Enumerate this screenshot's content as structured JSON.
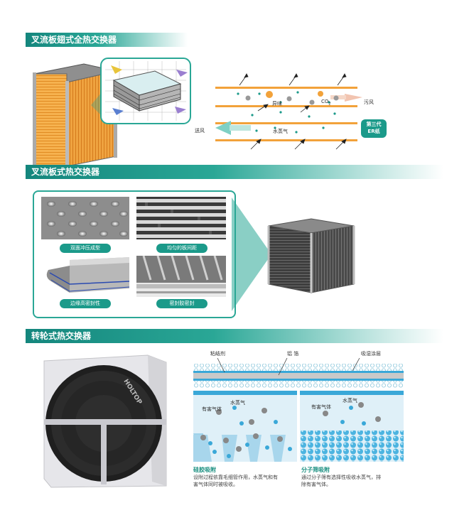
{
  "sections": {
    "s1": {
      "title": "叉流板翅式全热交换器"
    },
    "s2": {
      "title": "叉流板式热交换器"
    },
    "s3": {
      "title": "转轮式热交换器"
    }
  },
  "diagram1": {
    "odor": "异味",
    "co2": "CO",
    "co2_sub": "2",
    "exhaust": "污风",
    "supply": "送风",
    "vapor": "水蒸气",
    "er_badge_l1": "第三代",
    "er_badge_l2": "ER纸"
  },
  "plate": {
    "tags": [
      "双面冲压成型",
      "均匀的板间距",
      "边缘高密封性",
      "密封胶密封"
    ]
  },
  "wheel": {
    "brand": "HOLTOP",
    "layers": {
      "binder": "粘结剂",
      "foil": "铝 箔",
      "coating": "吸湿涂层"
    },
    "left": {
      "gas": "有害气体",
      "vapor": "水蒸气",
      "title": "硅胶吸附",
      "text_l1": "设附过程依靠毛细管作用，水蒸气和有",
      "text_l2": "害气体同时被吸收。"
    },
    "right": {
      "gas": "有害气体",
      "vapor": "水蒸气",
      "title": "分子筛吸附",
      "text_l1": "通过分子筛有选择性吸收水蒸气，排",
      "text_l2": "除有害气体。"
    }
  },
  "colors": {
    "accent": "#1b9a8a",
    "orange": "#f2a23a",
    "sky": "#cde8f3"
  }
}
